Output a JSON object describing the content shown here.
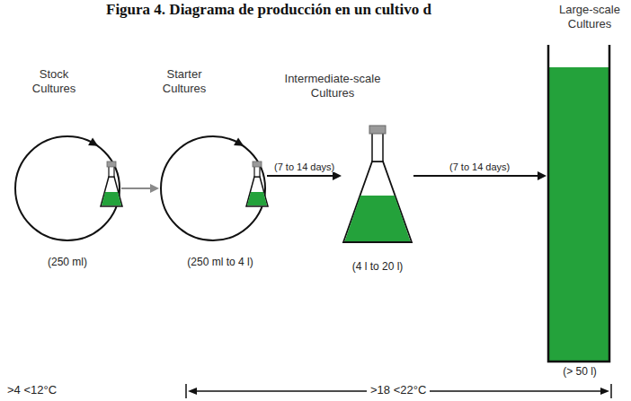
{
  "diagram": {
    "title": "Figura 4. Diagrama de producción en un cultivo d",
    "nodes": [
      {
        "text": [
          "Stock Cultures",
          "(250 ml)"
        ]
      },
      {
        "text": [
          "Starter Cultures",
          "(250 ml to 4 l)"
        ]
      },
      {
        "text": [
          "Intermediate-scale Cultures",
          "(4 l to 20 l)"
        ]
      },
      {
        "text": [
          "Large-scale Cultures",
          "(> 50 l)"
        ]
      }
    ],
    "edges": [
      {
        "from": 0,
        "to": 1,
        "arrow": "to"
      },
      {
        "from": 1,
        "to": 2,
        "label": "(7 to 14 days)",
        "arrow": "to"
      },
      {
        "from": 2,
        "to": 3,
        "label": "(7 to 14 days)",
        "arrow": "to"
      }
    ],
    "labels": [
      ">4 <12°C",
      ">18 <22°C"
    ]
  }
}
